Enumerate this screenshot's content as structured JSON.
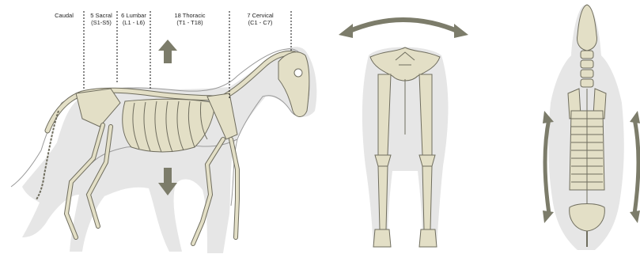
{
  "regions": [
    {
      "name": "Caudal",
      "range": ""
    },
    {
      "name": "5 Sacral",
      "range": "(S1-S5)"
    },
    {
      "name": "6 Lumbar",
      "range": "(L1 - L6)"
    },
    {
      "name": "18 Thoracic",
      "range": "(T1 - T18)"
    },
    {
      "name": "7 Cervical",
      "range": "(C1 - C7)"
    }
  ],
  "colors": {
    "silhouette": "#e6e6e6",
    "bone": "#e3dfc6",
    "bone_outline": "#6f6d5e",
    "arrow": "#7c7c6a",
    "body_outline": "#9a9a9a",
    "divider": "#111111"
  },
  "icons": [
    "arrow-up-icon",
    "arrow-down-icon",
    "curved-double-arrow-icon"
  ]
}
